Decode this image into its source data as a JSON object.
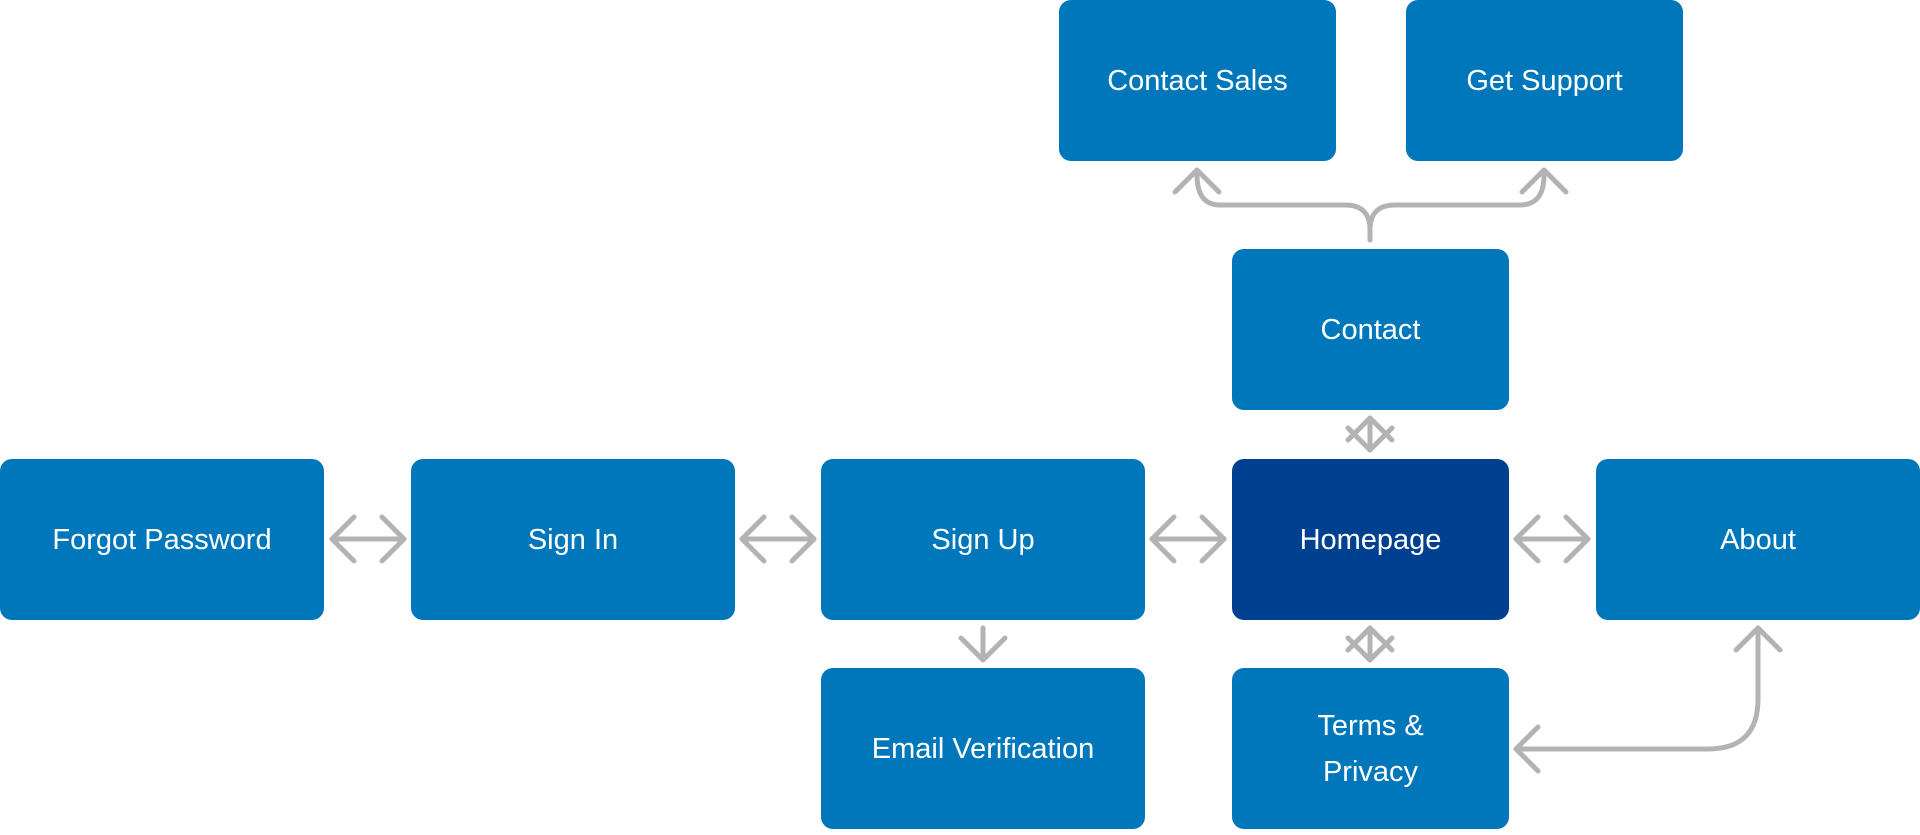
{
  "colors": {
    "node": "#0077BB",
    "node_active": "#004090",
    "connector": "#B3B3B3",
    "text": "#FFFFFF"
  },
  "nodes": [
    {
      "id": "contact-sales",
      "label": "Contact Sales"
    },
    {
      "id": "get-support",
      "label": "Get Support"
    },
    {
      "id": "contact",
      "label": "Contact"
    },
    {
      "id": "forgot-password",
      "label": "Forgot Password"
    },
    {
      "id": "sign-in",
      "label": "Sign In"
    },
    {
      "id": "sign-up",
      "label": "Sign Up"
    },
    {
      "id": "homepage",
      "label": "Homepage",
      "active": true
    },
    {
      "id": "about",
      "label": "About"
    },
    {
      "id": "email-verification",
      "label": "Email Verification"
    },
    {
      "id": "terms-privacy",
      "label": "Terms & Privacy"
    }
  ],
  "edges": [
    {
      "from": "forgot-password",
      "to": "sign-in",
      "type": "bidirectional"
    },
    {
      "from": "sign-in",
      "to": "sign-up",
      "type": "bidirectional"
    },
    {
      "from": "sign-up",
      "to": "homepage",
      "type": "bidirectional"
    },
    {
      "from": "homepage",
      "to": "about",
      "type": "bidirectional"
    },
    {
      "from": "homepage",
      "to": "contact",
      "type": "bidirectional"
    },
    {
      "from": "homepage",
      "to": "terms-privacy",
      "type": "bidirectional"
    },
    {
      "from": "sign-up",
      "to": "email-verification",
      "type": "directed"
    },
    {
      "from": "contact",
      "to": "contact-sales",
      "type": "directed"
    },
    {
      "from": "contact",
      "to": "get-support",
      "type": "directed"
    },
    {
      "from": "terms-privacy",
      "to": "about",
      "type": "bidirectional"
    }
  ]
}
